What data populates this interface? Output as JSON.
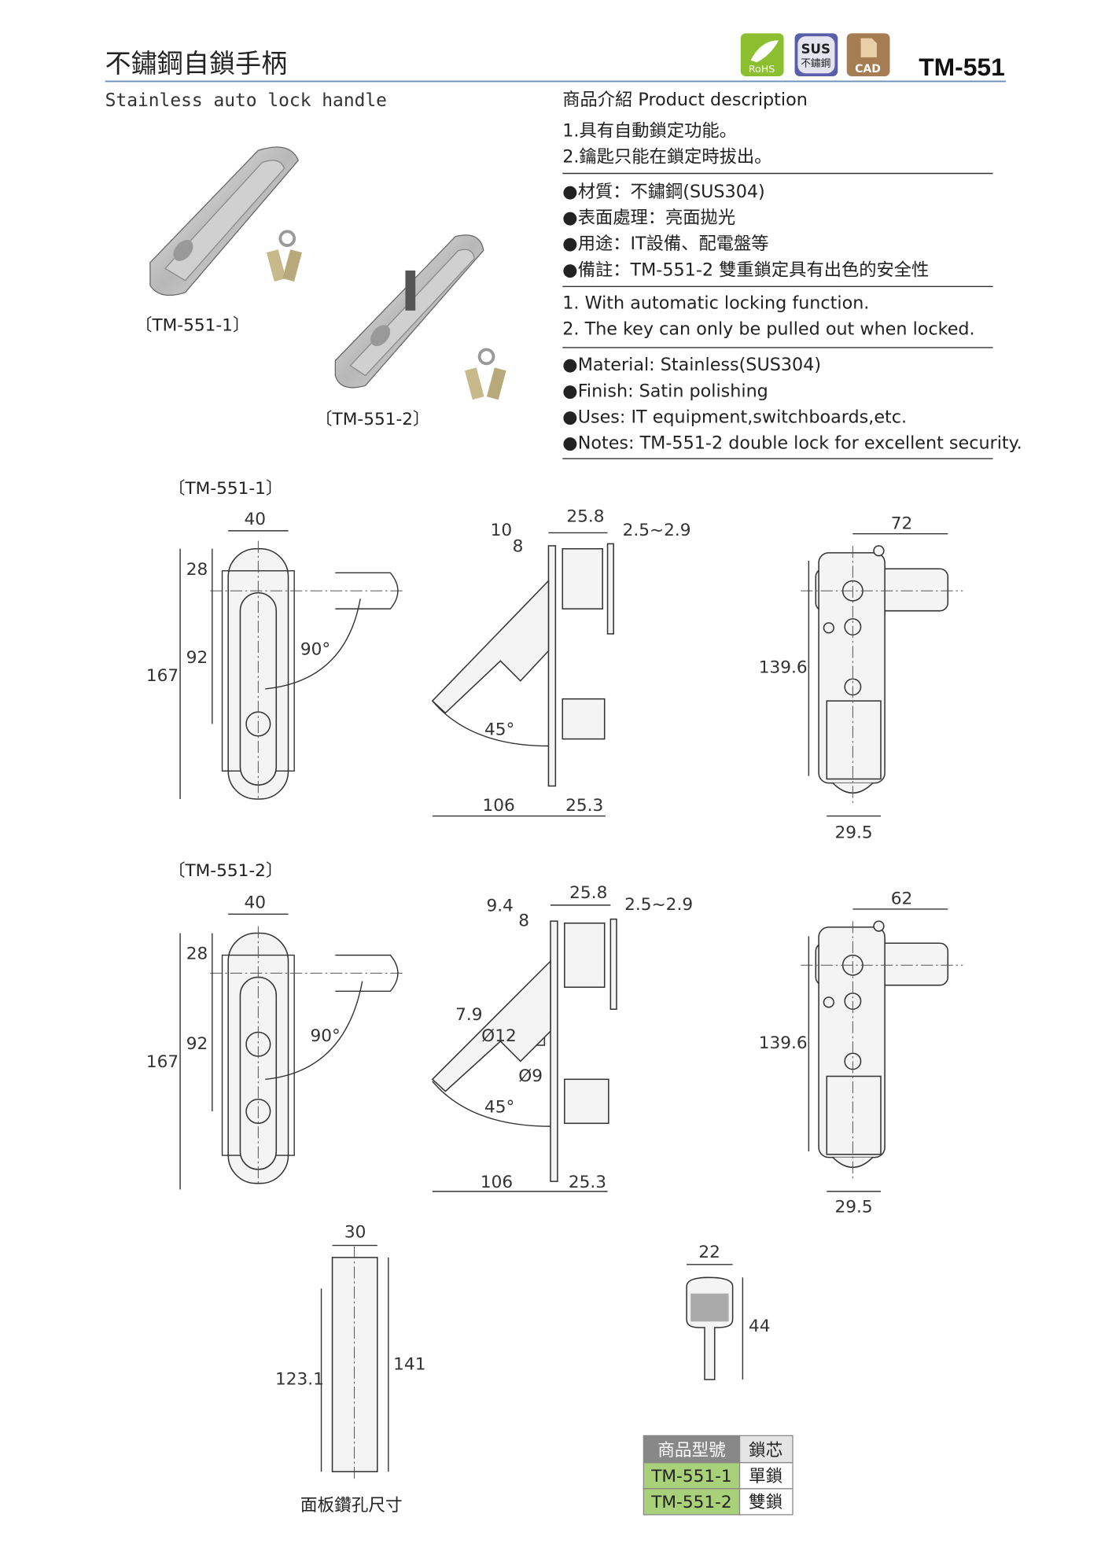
{
  "header": {
    "title_zh": "不鏽鋼自鎖手柄",
    "title_en": "Stainless auto lock handle",
    "model": "TM-551",
    "badges": {
      "rohs": "RoHS",
      "sus": "SUS",
      "sus_zh": "不鏽鋼",
      "cad": "CAD"
    },
    "rule_color": "#6a8fbf"
  },
  "description": {
    "heading": "商品介紹 Product description",
    "features_zh": [
      "1.具有自動鎖定功能。",
      "2.鑰匙只能在鎖定時拔出。"
    ],
    "specs_zh": [
      "●材質：不鏽鋼(SUS304)",
      "●表面處理：亮面拋光",
      "●用途：IT設備、配電盤等",
      "●備註：TM-551-2 雙重鎖定具有出色的安全性"
    ],
    "features_en": [
      "1. With automatic locking function.",
      "2. The key can only be pulled out when locked."
    ],
    "specs_en": [
      "●Material: Stainless(SUS304)",
      "●Finish: Satin polishing",
      "●Uses: IT equipment,switchboards,etc.",
      "●Notes: TM-551-2 double lock for excellent security."
    ]
  },
  "photos": {
    "p1": "〔TM-551-1〕",
    "p2": "〔TM-551-2〕"
  },
  "drawing1": {
    "label": "〔TM-551-1〕",
    "front": {
      "w": "40",
      "top": "28",
      "mid": "92",
      "total": "167",
      "angle": "90°"
    },
    "side": {
      "a": "10",
      "b": "8",
      "c": "25.8",
      "d": "2.5~2.9",
      "angle": "45°",
      "e": "106",
      "f": "25.3"
    },
    "rear": {
      "w": "72",
      "h": "139.6",
      "bw": "29.5"
    }
  },
  "drawing2": {
    "label": "〔TM-551-2〕",
    "front": {
      "w": "40",
      "top": "28",
      "mid": "92",
      "total": "167",
      "angle": "90°"
    },
    "side": {
      "a": "9.4",
      "b": "8",
      "c": "25.8",
      "d": "2.5~2.9",
      "g": "7.9",
      "h": "Ø12",
      "i": "Ø9",
      "angle": "45°",
      "e": "106",
      "f": "25.3"
    },
    "rear": {
      "w": "62",
      "h": "139.6",
      "bw": "29.5"
    }
  },
  "cutout": {
    "w": "30",
    "h1": "123.1",
    "h2": "141",
    "caption": "面板鑽孔尺寸"
  },
  "key": {
    "w": "22",
    "h": "44"
  },
  "table": {
    "headers": [
      "商品型號",
      "鎖芯"
    ],
    "rows": [
      [
        "TM-551-1",
        "單鎖"
      ],
      [
        "TM-551-2",
        "雙鎖"
      ]
    ],
    "header_color": "#888888",
    "model_color": "#a9d17a"
  }
}
